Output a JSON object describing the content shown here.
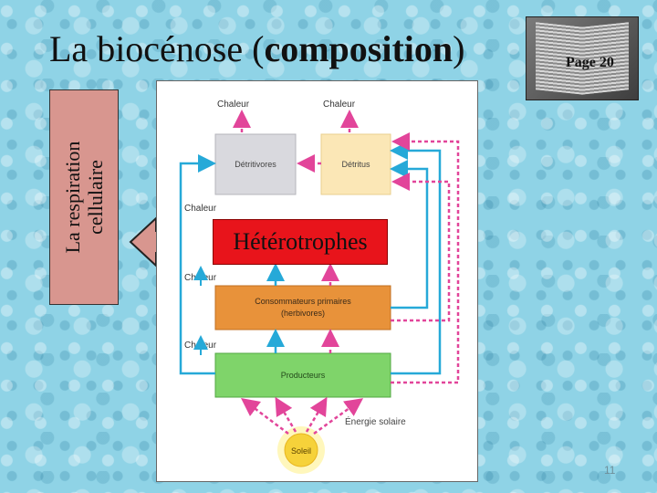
{
  "title": {
    "normal": "La biocénose (",
    "bold": "composition",
    "end": ")"
  },
  "side_label": {
    "line1": "La respiration",
    "line2": "cellulaire"
  },
  "book_label": "Page 20",
  "callout": "Hétérotrophes",
  "diagram": {
    "heat_top_left": "Chaleur",
    "heat_top_right": "Chaleur",
    "heat_1": "Chaleur",
    "heat_2": "Chaleur",
    "heat_3": "Chaleur",
    "detritivores": "Détritivores",
    "detritus": "Détritus",
    "consumers_1": "Consommateurs primaires",
    "consumers_2": "(herbivores)",
    "producers": "Producteurs",
    "solar_energy": "Énergie solaire",
    "sun": "Soleil"
  },
  "colors": {
    "matter_arrow": "#26a9d8",
    "energy_arrow": "#e2459a",
    "detritivores_box": "#d9d9de",
    "detritus_box": "#fbe7b6",
    "consumers_box": "#e8923a",
    "producers_box": "#7fd46a",
    "callout_box": "#e8141b",
    "side_box": "#d8968f"
  },
  "page_number": "11"
}
